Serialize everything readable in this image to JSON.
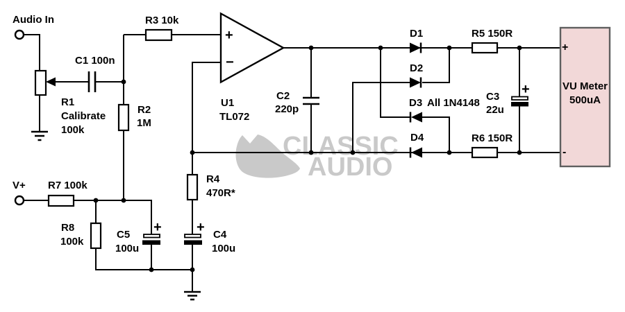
{
  "labels": {
    "audio_in": "Audio In",
    "v_plus": "V+",
    "c1": "C1 100n",
    "r1_ref": "R1",
    "r1_function": "Calibrate",
    "r1_value": "100k",
    "r2_ref": "R2",
    "r2_value": "1M",
    "r3": "R3 10k",
    "u1_ref": "U1",
    "u1_part": "TL072",
    "c2_ref": "C2",
    "c2_value": "220p",
    "d1": "D1",
    "d2": "D2",
    "d3": "D3",
    "d4": "D4",
    "diode_note": "All 1N4148",
    "r5": "R5 150R",
    "r6": "R6 150R",
    "c3_ref": "C3",
    "c3_value": "22u",
    "r7": "R7 100k",
    "r8_ref": "R8",
    "r8_value": "100k",
    "c5_ref": "C5",
    "c5_value": "100u",
    "c4_ref": "C4",
    "c4_value": "100u",
    "r4_ref": "R4",
    "r4_value": "470R*"
  },
  "opamp": {
    "plus": "+",
    "minus": "−"
  },
  "polarity": {
    "plus": "+"
  },
  "meter": {
    "name": "VU Meter",
    "rating": "500uA",
    "plus": "+",
    "minus": "-"
  },
  "watermark": {
    "line1": "CLASSIC",
    "line2": "AUDIO"
  },
  "colors": {
    "wire": "#000000",
    "text": "#000000",
    "watermark": "#c9c9c9",
    "meter_fill": "#f2d8d8",
    "meter_border": "#5f5f5f"
  }
}
